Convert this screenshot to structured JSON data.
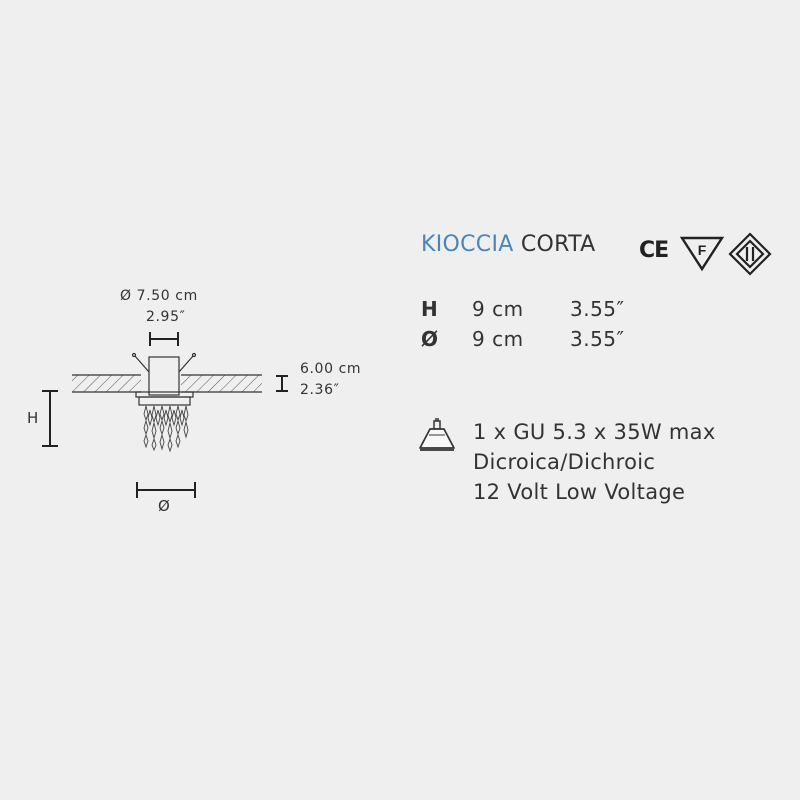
{
  "product": {
    "name_part1": "KIOCCIA",
    "name_part2": "CORTA"
  },
  "certifications": {
    "ce": "CE",
    "f_mark": "F",
    "class2_icon": "double-insulation-class-ii-icon"
  },
  "specs": [
    {
      "key": "H",
      "cm": "9 cm",
      "inch": "3.55″"
    },
    {
      "key": "Ø",
      "cm": "9 cm",
      "inch": "3.55″"
    }
  ],
  "lamp": {
    "icon": "dichroic-bulb-icon",
    "lines": [
      "1 x GU 5.3 x 35W max",
      "Dicroica/Dichroic",
      "12 Volt Low Voltage"
    ]
  },
  "drawing": {
    "hole_diameter_cm": "Ø  7.50 cm",
    "hole_diameter_in": "2.95″",
    "depth_cm": "6.00 cm",
    "depth_in": "2.36″",
    "height_label": "H",
    "diameter_label": "Ø"
  },
  "colors": {
    "background": "#efefef",
    "accent_blue": "#4a86b9",
    "text": "#333333"
  }
}
